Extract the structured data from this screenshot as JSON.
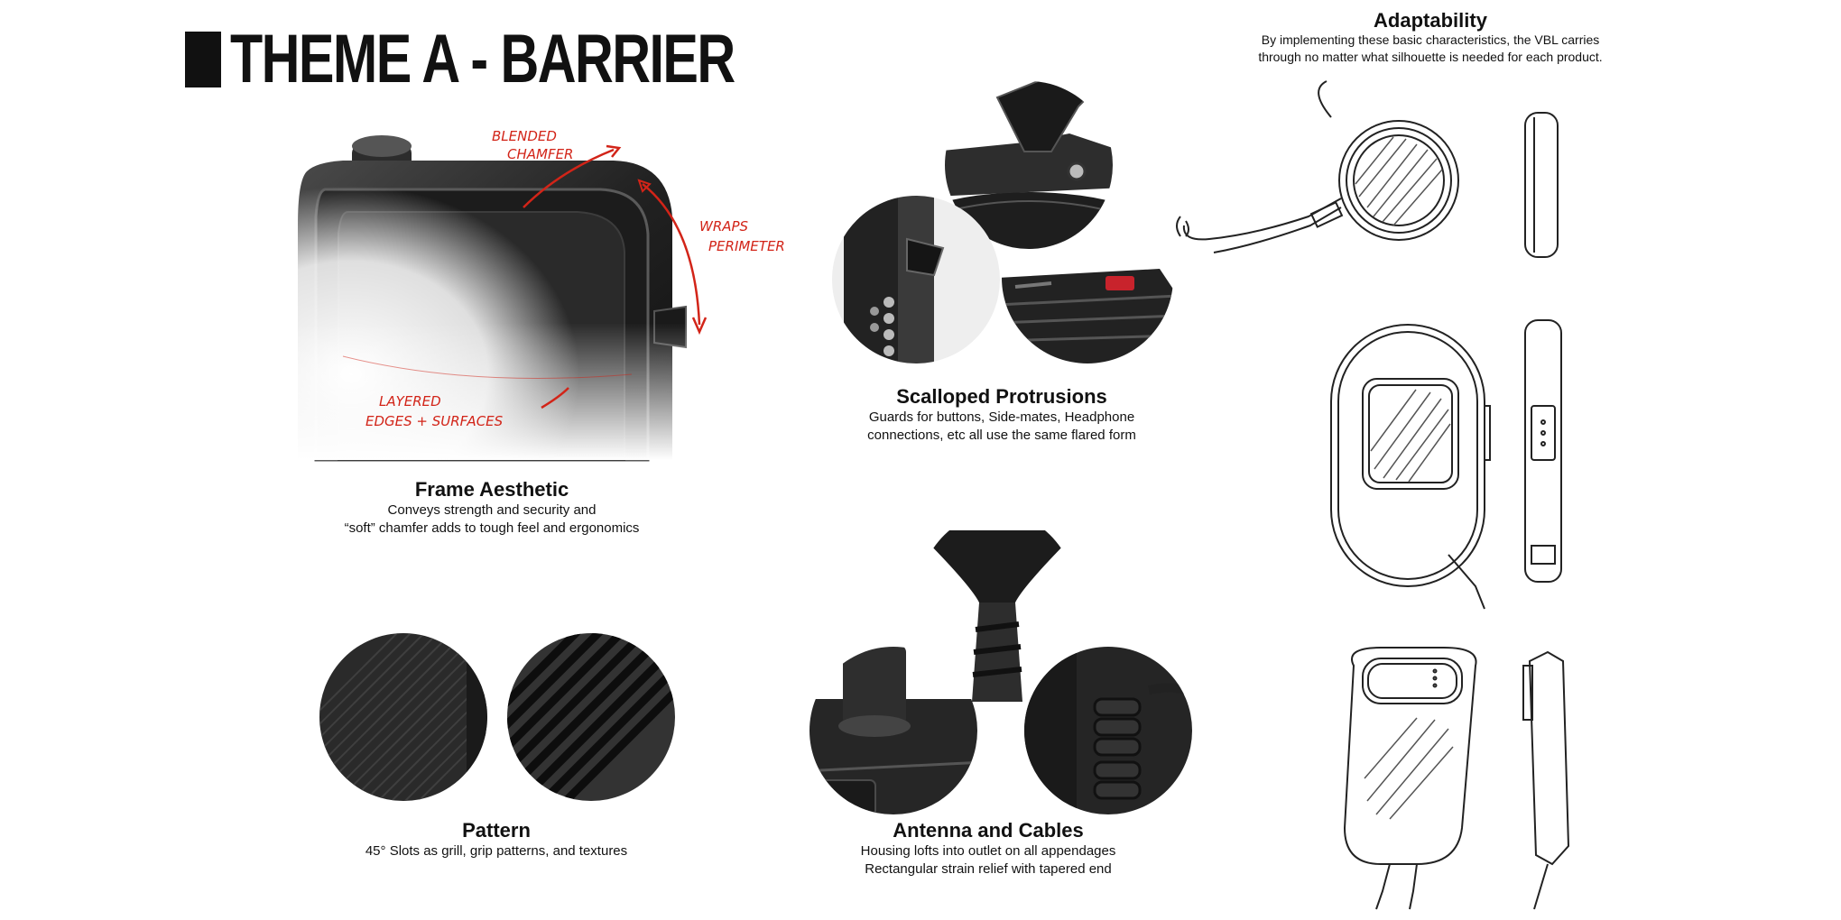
{
  "page": {
    "title": "THEME A - BARRIER"
  },
  "sections": {
    "frame": {
      "heading": "Frame Aesthetic",
      "caption_lines": [
        "Conveys strength and security and",
        "“soft” chamfer adds to tough feel and ergonomics"
      ]
    },
    "scalloped": {
      "heading": "Scalloped Protrusions",
      "caption_lines": [
        "Guards for buttons, Side-mates, Headphone",
        "connections, etc all use the same flared form"
      ]
    },
    "pattern": {
      "heading": "Pattern",
      "caption_lines": [
        "45° Slots as grill, grip patterns, and textures"
      ]
    },
    "antenna": {
      "heading": "Antenna and Cables",
      "caption_lines": [
        "Housing lofts into outlet on all appendages",
        "Rectangular strain relief with tapered end"
      ]
    },
    "adaptability": {
      "heading": "Adaptability",
      "caption_lines": [
        "By implementing these basic characteristics, the VBL carries",
        "through no matter what silhouette is needed for each product."
      ]
    }
  },
  "annotations": {
    "blended_chamfer": [
      "BLENDED",
      "CHAMFER"
    ],
    "wraps_perimeter": [
      "WRAPS",
      "PERIMETER"
    ],
    "layered_edges": [
      "LAYERED",
      "EDGES + SURFACES"
    ]
  },
  "colors": {
    "ink": "#111111",
    "device": "#2a2a2a",
    "annotation": "#d22418",
    "accent_button": "#c8232c"
  }
}
